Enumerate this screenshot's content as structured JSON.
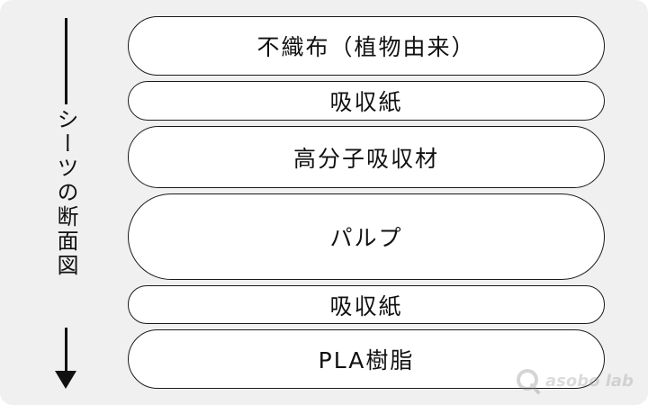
{
  "axis": {
    "label": "シーツの断面図"
  },
  "layers": [
    {
      "label": "不織布（植物由来）"
    },
    {
      "label": "吸収紙"
    },
    {
      "label": "高分子吸収材"
    },
    {
      "label": "パルプ"
    },
    {
      "label": "吸収紙"
    },
    {
      "label": "PLA樹脂"
    }
  ],
  "watermark": {
    "text": "asobo lab",
    "mark": "Q"
  },
  "colors": {
    "background": "#f0f0f0",
    "layer_fill": "#ffffff",
    "stroke": "#1a1a1a"
  }
}
